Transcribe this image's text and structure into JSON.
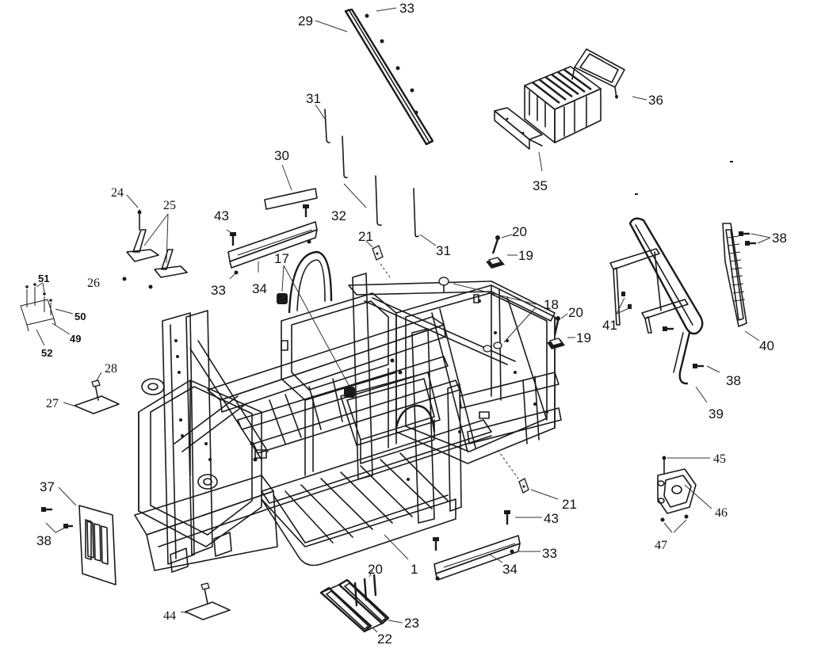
{
  "diagram": {
    "type": "exploded-parts-view",
    "callouts": {
      "c1": "1",
      "c17": "17",
      "c18": "18",
      "c19a": "19",
      "c19b": "19",
      "c20a": "20",
      "c20b": "20",
      "c20c": "20",
      "c21a": "21",
      "c21b": "21",
      "c22": "22",
      "c23": "23",
      "c24": "24",
      "c25": "25",
      "c26": "26",
      "c27": "27",
      "c28": "28",
      "c29": "29",
      "c30": "30",
      "c31a": "31",
      "c31b": "31",
      "c32": "32",
      "c33a": "33",
      "c33b": "33",
      "c33c": "33",
      "c34a": "34",
      "c34b": "34",
      "c35": "35",
      "c36": "36",
      "c37": "37",
      "c38a": "38",
      "c38b": "38",
      "c38c": "38",
      "c39": "39",
      "c40": "40",
      "c41": "41",
      "c43a": "43",
      "c43b": "43",
      "c44": "44",
      "c45": "45",
      "c46": "46",
      "c47": "47",
      "c49": "49",
      "c50": "50",
      "c51": "51",
      "c52": "52"
    }
  }
}
